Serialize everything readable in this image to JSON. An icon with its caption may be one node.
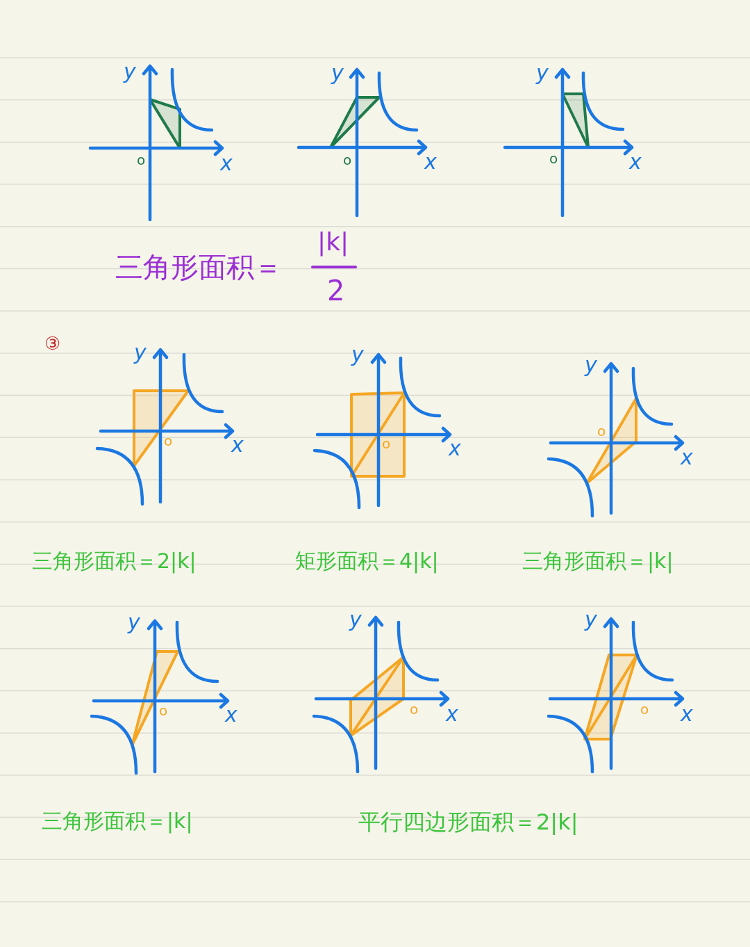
{
  "diagram": {
    "labels": [
      "y",
      "o",
      "x",
      "y",
      "o",
      "x",
      "y",
      "o",
      "x",
      "三角形面积＝",
      "|k|",
      "2",
      "③",
      "y",
      "o",
      "x",
      "y",
      "o",
      "x",
      "y",
      "o",
      "x",
      "三角形面积＝2|k|",
      "矩形面积＝4|k|",
      "三角形面积＝|k|",
      "y",
      "o",
      "x",
      "y",
      "o",
      "x",
      "y",
      "o",
      "x",
      "三角形面积＝|k|",
      "平行四边形面积＝2|k|"
    ]
  }
}
